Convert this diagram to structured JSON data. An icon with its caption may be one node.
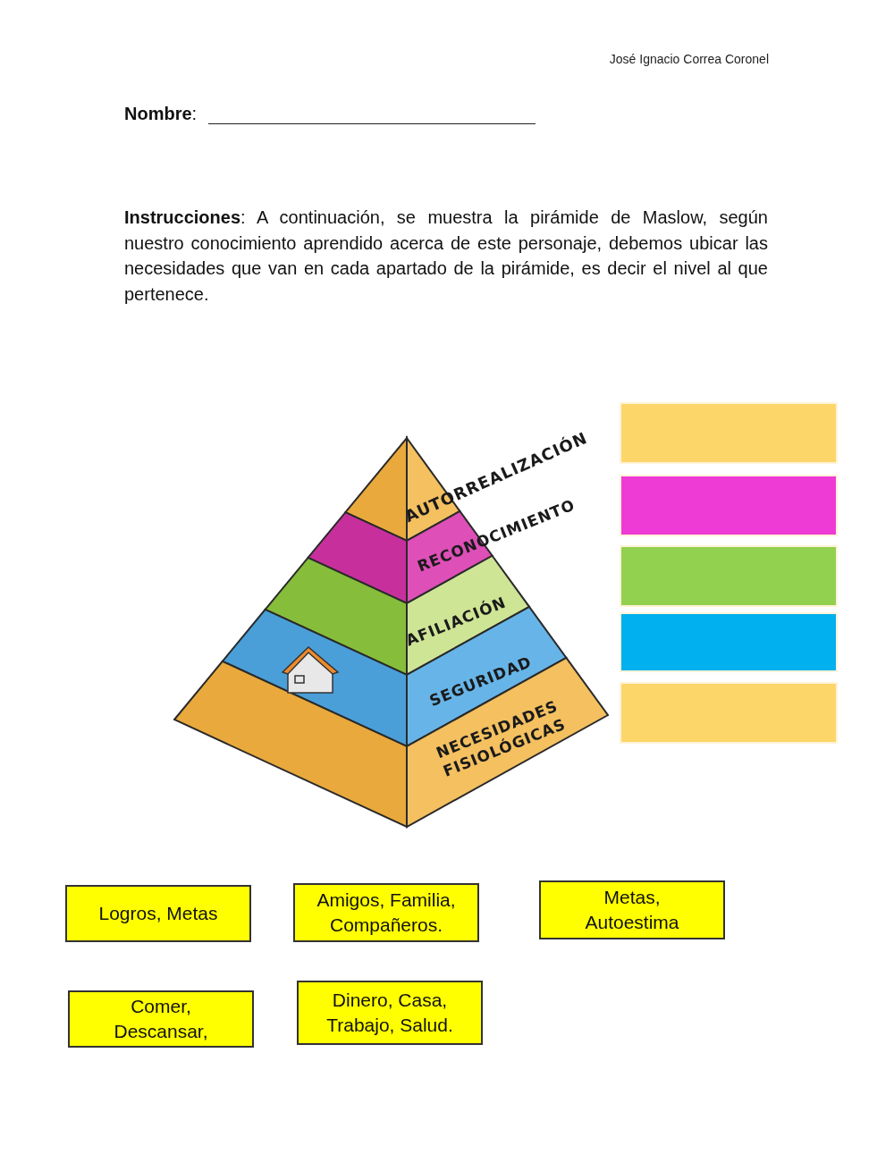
{
  "diagram": {
    "nodes": [
      {
        "text": [],
        "shape": "box"
      },
      {
        "text": [],
        "shape": "box"
      },
      {
        "text": [],
        "shape": "box"
      },
      {
        "text": [],
        "shape": "box"
      },
      {
        "text": [],
        "shape": "box"
      },
      {
        "text": [
          "Logros, Metas"
        ]
      },
      {
        "text": [
          "Amigos, Familia, Compañeros."
        ]
      },
      {
        "text": [
          "Metas, Autoestima"
        ]
      },
      {
        "text": [
          "Comer, Descansar,"
        ]
      },
      {
        "text": [
          "Dinero, Casa, Trabajo, Salud."
        ]
      }
    ],
    "edges": [],
    "labels": [
      "José Ignacio Correa Coronel",
      "**Nombre**:",
      "**Instrucciones**: A continuación, se muestra la pirámide de Maslow, según nuestro conocimiento aprendido acerca de este personaje, debemos ubicar las necesidades que van en cada apartado de la pirámide, es decir el nivel al que pertenece.",
      "AUTORREALIZACIÓN",
      "RECONOCIMIENTO",
      "AFILIACIÓN",
      "SEGURIDAD",
      "NECESIDADES FISIOLÓGICAS"
    ]
  }
}
